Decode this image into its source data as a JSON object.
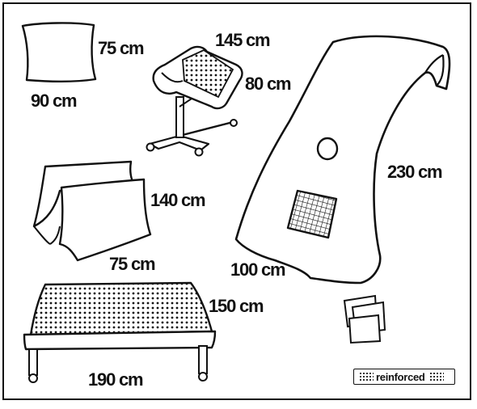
{
  "dimensions": {
    "towel_height": "75 cm",
    "towel_width": "90 cm",
    "mayo_cover_length": "145 cm",
    "mayo_cover_width": "80 cm",
    "large_drape_length": "230 cm",
    "large_drape_width": "100 cm",
    "side_drape_height": "140 cm",
    "side_drape_width": "75 cm",
    "table_cover_width": "150 cm",
    "table_cover_length": "190 cm"
  },
  "legend": {
    "label": "reinforced"
  },
  "colors": {
    "ink": "#111111",
    "paper": "#ffffff"
  }
}
